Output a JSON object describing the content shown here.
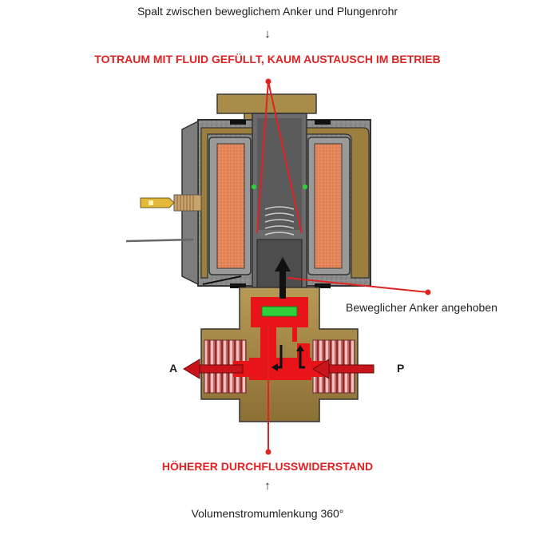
{
  "captions": {
    "top": "Spalt zwischen beweglichem Anker und Plungenrohr",
    "top_arrow": "↓",
    "top_red": "TOTRAUM MIT FLUID GEFÜLLT, KAUM AUSTAUSCH IM BETRIEB",
    "bottom_red": "HÖHERER DURCHFLUSSWIDERSTAND",
    "bottom_arrow": "↑",
    "bottom": "Volumenstromumlenkung 360°"
  },
  "labels": {
    "armature": "Beweglicher Anker angehoben",
    "port_a": "A",
    "port_p": "P"
  },
  "colors": {
    "annotation_red": "#e02222",
    "brass": "#a98c4a",
    "coil_copper": "#e08a5e",
    "housing_grey": "#8a8a8a",
    "fluid_red": "#e8141a",
    "seal_green": "#2fd13a"
  }
}
